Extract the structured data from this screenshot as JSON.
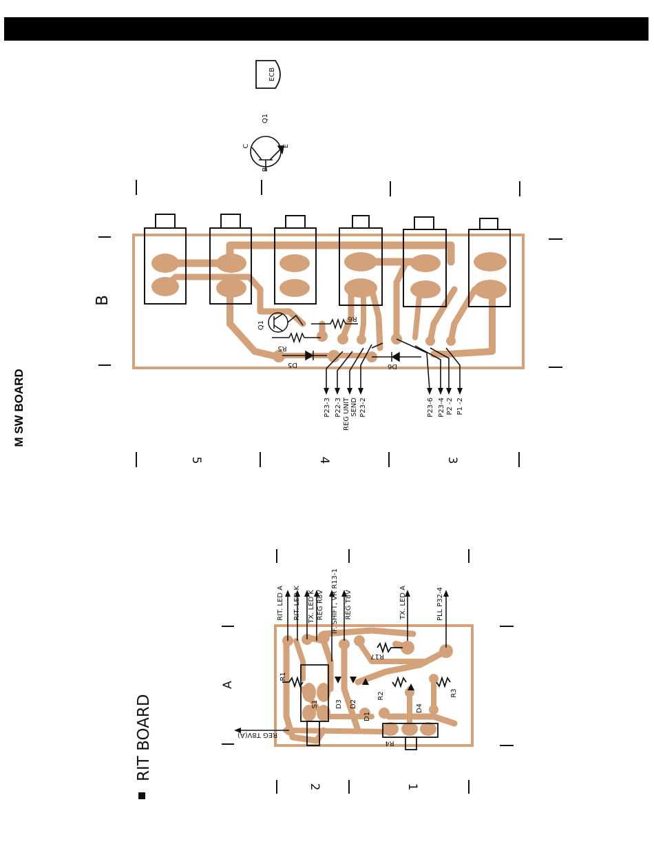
{
  "header": {
    "bar_color": "#000000"
  },
  "page": {
    "side_title": "M SW BOARD"
  },
  "colors": {
    "trace": "#d4a27a",
    "ink": "#111111"
  },
  "msw": {
    "zone_letter": "B",
    "column_numbers": [
      "5",
      "4",
      "3"
    ],
    "q1_symbol": {
      "ref": "Q1",
      "pin_c": "C",
      "pin_b": "B",
      "pin_e": "E"
    },
    "package_pins": "ECB",
    "parts": {
      "q1": "Q1",
      "r5": "R5",
      "r6": "R6",
      "d5": "D5",
      "d6": "D6"
    },
    "connectors": [
      "P23-3",
      "P22-3",
      "REG UNIT",
      "SEND",
      "P23-2",
      "P23-6",
      "P23-4",
      "P2 -2",
      "P1 -2"
    ]
  },
  "rit": {
    "title": "RIT BOARD",
    "zone_letter": "A",
    "column_numbers": [
      "2",
      "1"
    ],
    "parts": {
      "r1": "R1",
      "s1": "S1",
      "d3": "D3",
      "d2": "D2",
      "d1": "D1",
      "r2": "R2",
      "d4": "D4",
      "r3": "R3",
      "r17": "R17",
      "r4": "R4"
    },
    "connectors": [
      "RIT. LED A",
      "RIT. LED K",
      "TX. LED K",
      "REG R8V",
      "IF. SHIFT, VR R13-1",
      "REG T8V",
      "TX. LED A",
      "PLL P32-4",
      "REG T8V(A)"
    ]
  }
}
